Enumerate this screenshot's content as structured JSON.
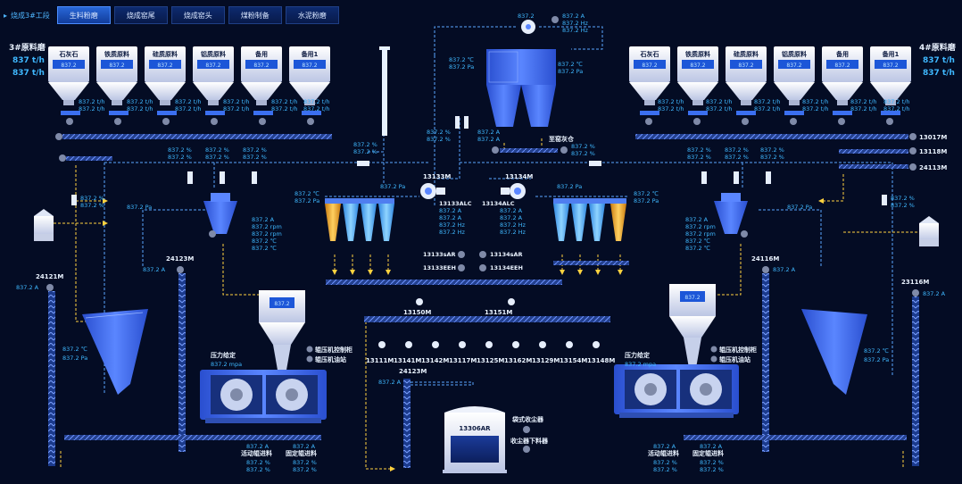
{
  "nav": {
    "breadcrumb": "烧成3#工段",
    "tabs": [
      {
        "label": "生料粉磨",
        "active": true
      },
      {
        "label": "烧成窑尾",
        "active": false
      },
      {
        "label": "烧成窑头",
        "active": false
      },
      {
        "label": "煤粉制备",
        "active": false
      },
      {
        "label": "水泥粉磨",
        "active": false
      }
    ]
  },
  "left_mill": {
    "title": "3#原料磨",
    "rate_1": "837 t/h",
    "rate_2": "837 t/h",
    "silos": [
      "石灰石",
      "铁质原料",
      "硅质原料",
      "铝质原料",
      "备用",
      "备用1"
    ],
    "silo_value": "837.2",
    "feed_value": "837.2 t/h",
    "pct_value": "837.2 %",
    "elevator_1": "24121M",
    "elevator_2": "24123M",
    "elevator_3": "24123M"
  },
  "right_mill": {
    "title": "4#原料磨",
    "rate_1": "837 t/h",
    "rate_2": "837 t/h",
    "silos": [
      "石灰石",
      "铁质原料",
      "硅质原料",
      "铝质原料",
      "备用",
      "备用1"
    ],
    "conveyor_1": "13017M",
    "conveyor_2": "13118M",
    "conveyor_3": "24113M",
    "elevator_1": "23116M",
    "elevator_2": "24116M"
  },
  "readings": {
    "amp": "837.2 A",
    "hz": "837.2 Hz",
    "pct": "837.2 %",
    "pa": "837.2 Pa",
    "rpm": "837.2 rpm",
    "temp": "837.2 ℃",
    "mpa": "837.2 mpa",
    "value": "837.2",
    "tph": "837.2 t/h"
  },
  "labels": {
    "press_set": "压力给定",
    "roller_cabinet": "辊压机控制柜",
    "roller_oil": "辊压机油站",
    "to_ash": "至窑灰仓",
    "moving_feed": "活动辊进料",
    "fixed_feed": "固定辊进料",
    "bag_filter": "袋式收尘器",
    "filter_discharge": "收尘器下料器"
  },
  "equipment": {
    "fan_left": "13133M",
    "fan_right": "13134M",
    "alc_left": "13133ALC",
    "alc_right": "13134ALC",
    "sar_left": "13133sAR",
    "sar_right": "13134sAR",
    "eeh_left": "13133EEH",
    "eeh_right": "13134EEH",
    "conv_a": "13150M",
    "conv_b": "13151M",
    "silo_ar": "13306AR",
    "bottom_elevator": "24123M",
    "slides": [
      "13111M",
      "13141M",
      "13142M",
      "13117M",
      "13125M",
      "13162M",
      "13129M",
      "13154M",
      "13148M"
    ]
  },
  "colors": {
    "background": "#040c24",
    "equipment_blue": "#2f5fe0",
    "reading_cyan": "#3fb8ff",
    "flow_yellow": "#ffd23f",
    "pipe_dashed": "#5aa6ff"
  }
}
